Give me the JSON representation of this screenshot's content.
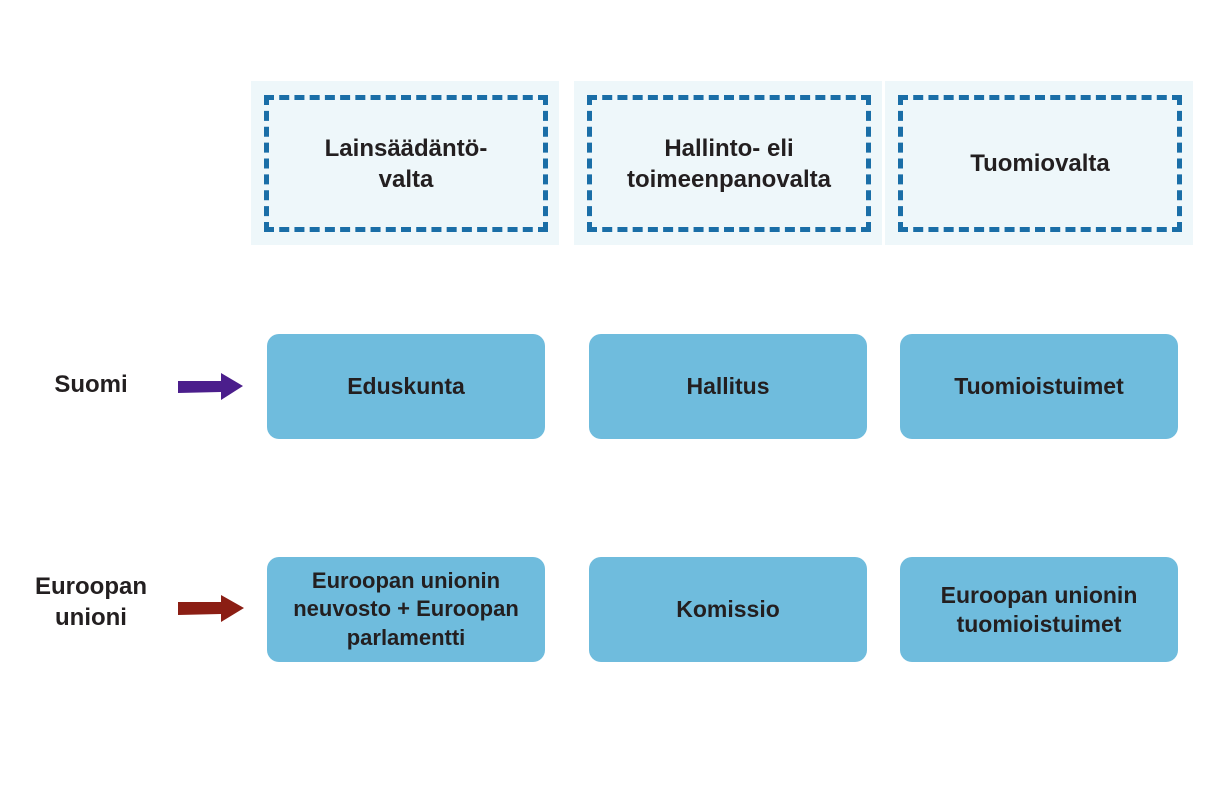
{
  "columns": [
    {
      "label": "Lainsäädäntö-\nvalta"
    },
    {
      "label": "Hallinto- eli\ntoimeenpanovalta"
    },
    {
      "label": "Tuomiovalta"
    }
  ],
  "rows": [
    {
      "label": "Suomi",
      "arrow_color": "#4b1e8c",
      "cells": [
        "Eduskunta",
        "Hallitus",
        "Tuomioistuimet"
      ]
    },
    {
      "label": "Euroopan\nunioni",
      "arrow_color": "#8b1e14",
      "cells": [
        "Euroopan unionin\nneuvosto + Euroopan\nparlamentti",
        "Komissio",
        "Euroopan unionin\ntuomioistuimet"
      ]
    }
  ],
  "colors": {
    "box_fill": "#6fbcdd",
    "header_fill": "#eef7fa",
    "header_dash": "#1a6ea7"
  }
}
